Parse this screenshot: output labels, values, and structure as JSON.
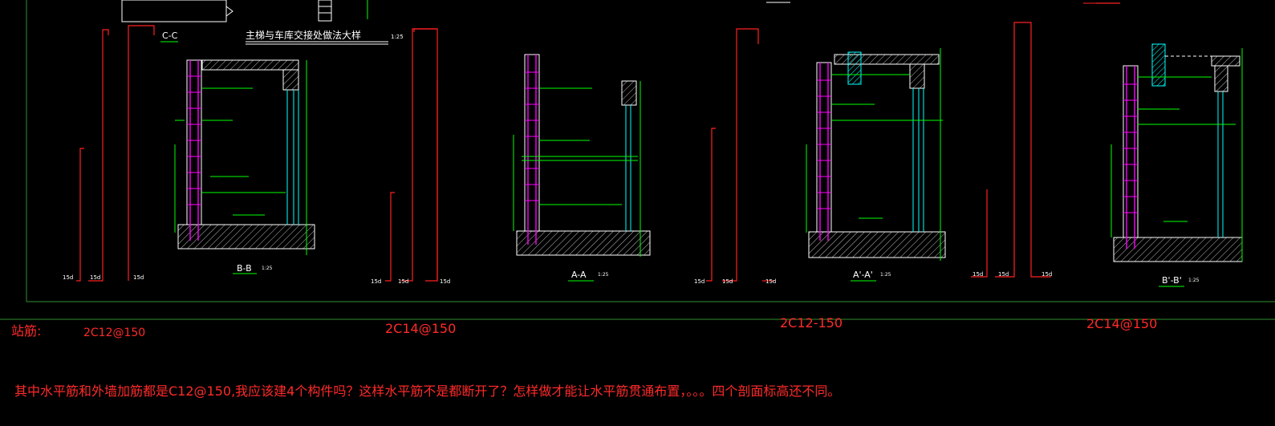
{
  "drawing": {
    "title": "主梯与车库交接处做法大样",
    "title_scale": "1:25",
    "sections": [
      {
        "label": "C-C"
      },
      {
        "label": "B-B",
        "scale": "1:25"
      },
      {
        "label": "A-A",
        "scale": "1:25"
      },
      {
        "label": "A'-A'",
        "scale": "1:25"
      },
      {
        "label": "B'-B'",
        "scale": "1:25"
      }
    ],
    "dim_15d": "15d"
  },
  "annotations": {
    "stirrup_label": "站筋:",
    "rebar_1": "2C12@150",
    "rebar_2": "2C14@150",
    "rebar_3": "2C12-150",
    "rebar_4": "2C14@150",
    "question": "其中水平筋和外墙加筋都是C12@150,我应该建4个构件吗？这样水平筋不是都断开了？怎样做才能让水平筋贯通布置，。。。四个剖面标高还不同。"
  },
  "colors": {
    "background": "#000000",
    "dim_red": "#ff2020",
    "rebar_magenta": "#ff00ff",
    "concrete_white": "#ffffff",
    "leader_green": "#00ff00",
    "wall_cyan": "#00ffff",
    "annotation_red": "#ff2a2a"
  }
}
